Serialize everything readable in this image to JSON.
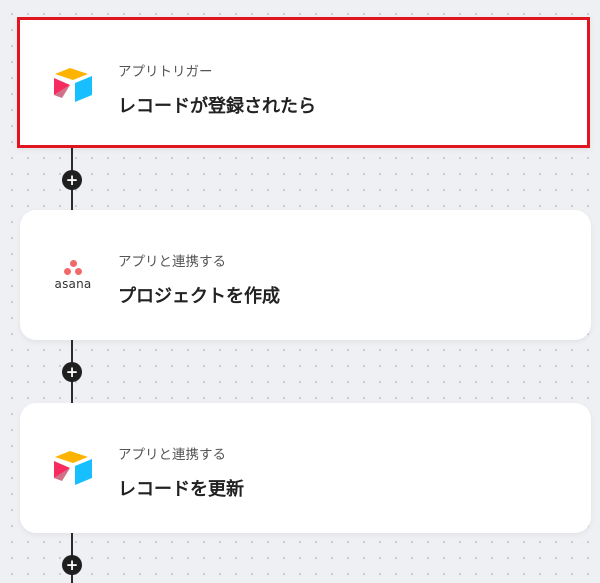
{
  "flow": {
    "steps": [
      {
        "subtitle": "アプリトリガー",
        "title": "レコードが登録されたら",
        "app_icon": "airtable-icon",
        "selected": true
      },
      {
        "subtitle": "アプリと連携する",
        "title": "プロジェクトを作成",
        "app_icon": "asana-icon",
        "app_name": "asana"
      },
      {
        "subtitle": "アプリと連携する",
        "title": "レコードを更新",
        "app_icon": "airtable-icon"
      }
    ],
    "add_button_glyph": "+"
  },
  "colors": {
    "selected_border": "#e1151f",
    "connector": "#2b2b2b",
    "asana": "#f06a6a",
    "airtable_yellow": "#fcb400",
    "airtable_blue": "#18bfff",
    "airtable_red": "#f82b60"
  }
}
